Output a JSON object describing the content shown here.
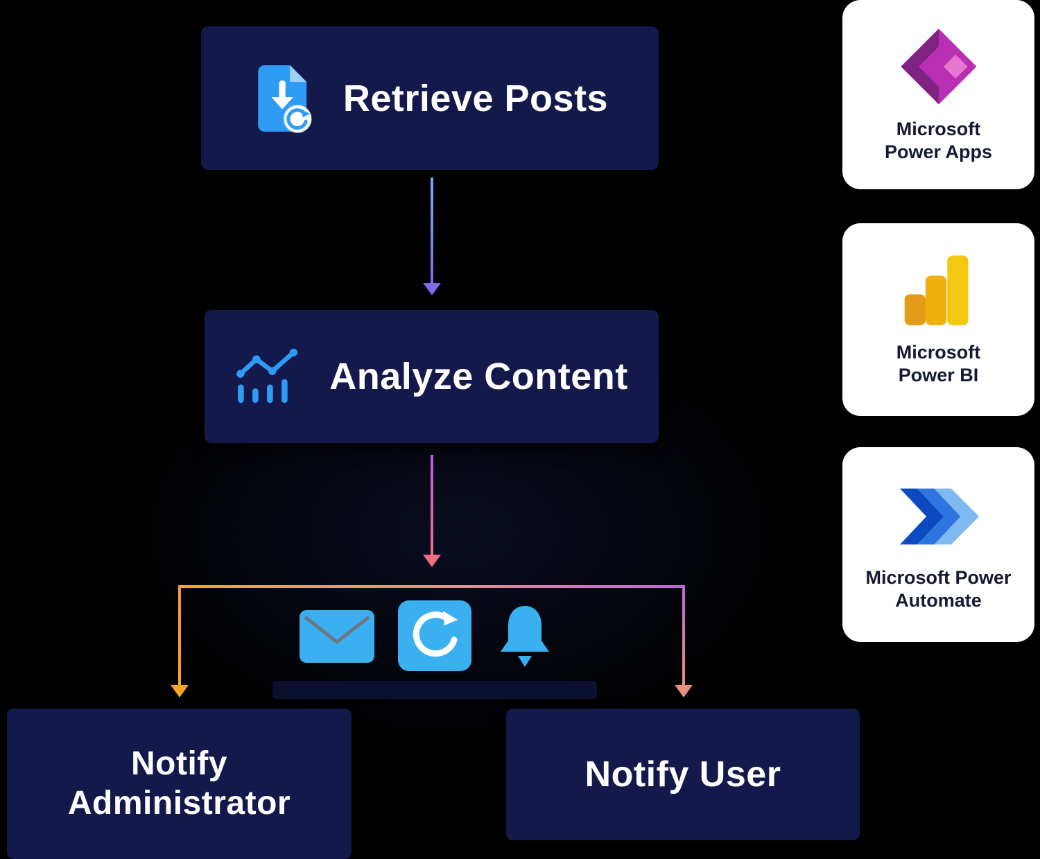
{
  "diagram": {
    "nodes": {
      "retrieve": {
        "label": "Retrieve Posts",
        "icon": "document-download-icon"
      },
      "analyze": {
        "label": "Analyze Content",
        "icon": "analytics-chart-icon"
      },
      "notify_admin": {
        "label": "Notify Administrator"
      },
      "notify_user": {
        "label": "Notify User"
      }
    },
    "channels": [
      {
        "icon": "email-envelope-icon"
      },
      {
        "icon": "brand-circle-icon"
      },
      {
        "icon": "notification-bell-icon"
      }
    ]
  },
  "legend_cards": [
    {
      "line1": "Microsoft",
      "line2": "Power Apps",
      "icon": "power-apps-logo"
    },
    {
      "line1": "Microsoft",
      "line2": "Power BI",
      "icon": "power-bi-logo"
    },
    {
      "line1": "Microsoft Power",
      "line2": "Automate",
      "icon": "power-automate-logo"
    }
  ],
  "colors": {
    "background": "#000000",
    "node_background": "#131A4B",
    "node_text": "#FFFFFF",
    "node_icon_blue": "#2E9BF7",
    "channel_icon_blue": "#3BB0F0",
    "arrow_blue_top": "#74A9FF",
    "arrow_blue_bottom": "#7D6BEA",
    "arrow_purple": "#B55CE5",
    "arrow_pink": "#ED6E85",
    "arrow_orange": "#F5A623",
    "arrow_salmon": "#E8907D",
    "card_background": "#FFFFFF",
    "card_text": "#141A33"
  }
}
